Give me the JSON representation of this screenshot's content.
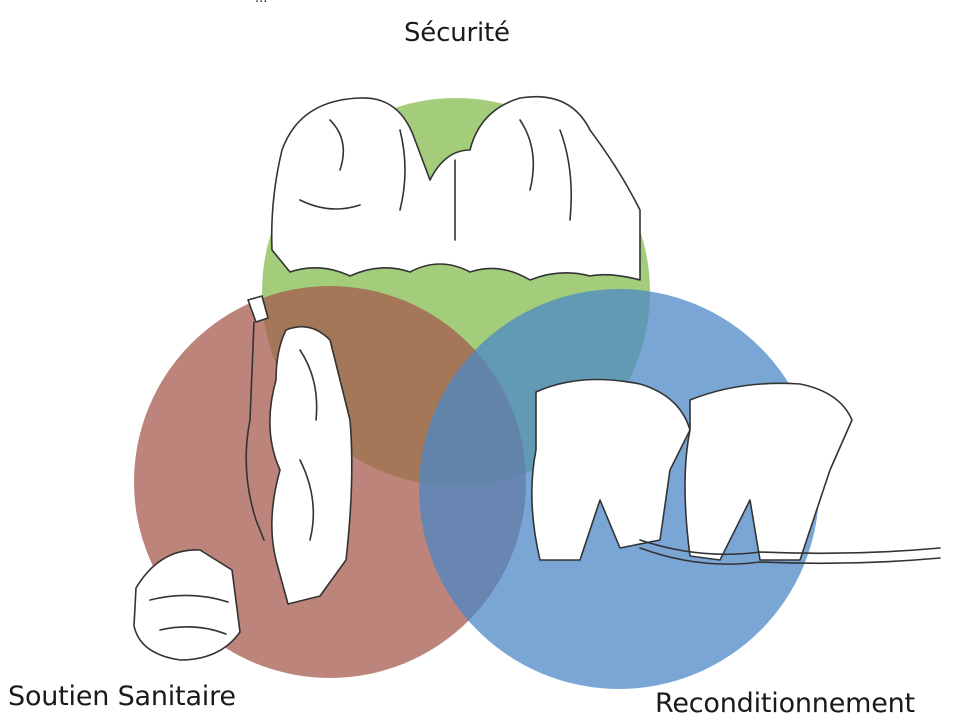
{
  "header_fragment": "...",
  "diagram": {
    "type": "venn",
    "sets": [
      {
        "id": "securite",
        "label": "Sécurité",
        "color": "#8fc25e"
      },
      {
        "id": "soutien",
        "label": "Soutien Sanitaire",
        "color": "#b06f63"
      },
      {
        "id": "recond",
        "label": "Reconditionnement",
        "color": "#5f97cf"
      }
    ]
  }
}
